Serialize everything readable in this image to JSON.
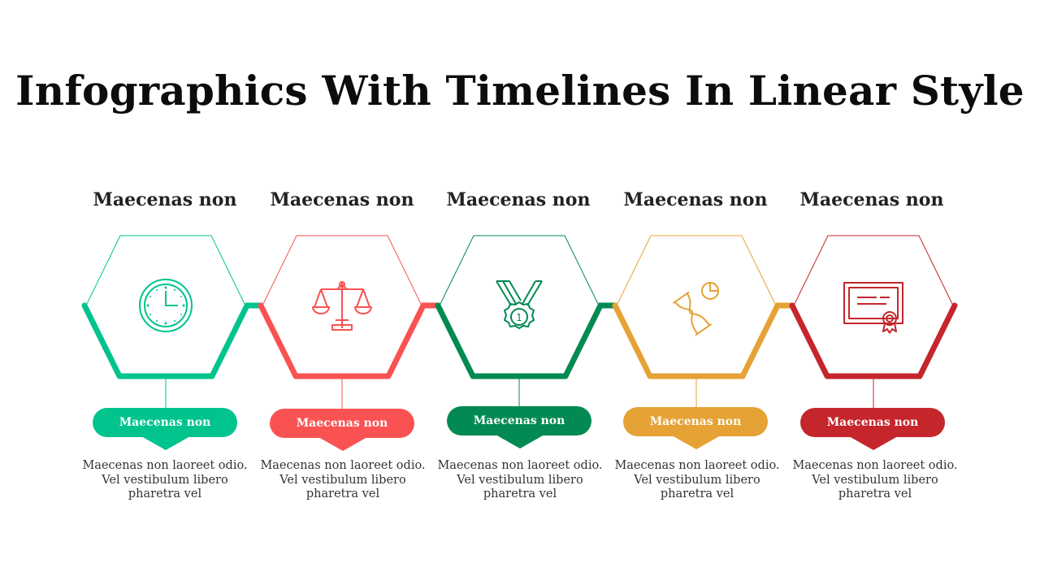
{
  "title": "Infographics With Timelines In Linear Style",
  "steps": [
    {
      "heading": "Maecenas non",
      "label": "Maecenas non",
      "text": "Maecenas non laoreet odio. Vel vestibulum libero pharetra vel",
      "color": "#00c38e",
      "icon": "clock-icon"
    },
    {
      "heading": "Maecenas non",
      "label": "Maecenas non",
      "text": "Maecenas non laoreet odio. Vel vestibulum libero pharetra vel",
      "color": "#fa5252",
      "icon": "scales-icon"
    },
    {
      "heading": "Maecenas non",
      "label": "Maecenas non",
      "text": "Maecenas non laoreet odio. Vel vestibulum libero pharetra vel",
      "color": "#038a52",
      "icon": "medal-icon"
    },
    {
      "heading": "Maecenas non",
      "label": "Maecenas non",
      "text": "Maecenas non laoreet odio. Vel vestibulum libero pharetra vel",
      "color": "#e6a235",
      "icon": "hourglass-pie-icon"
    },
    {
      "heading": "Maecenas non",
      "label": "Maecenas non",
      "text": "Maecenas non laoreet odio. Vel vestibulum libero pharetra vel",
      "color": "#c4262c",
      "icon": "certificate-icon"
    }
  ]
}
